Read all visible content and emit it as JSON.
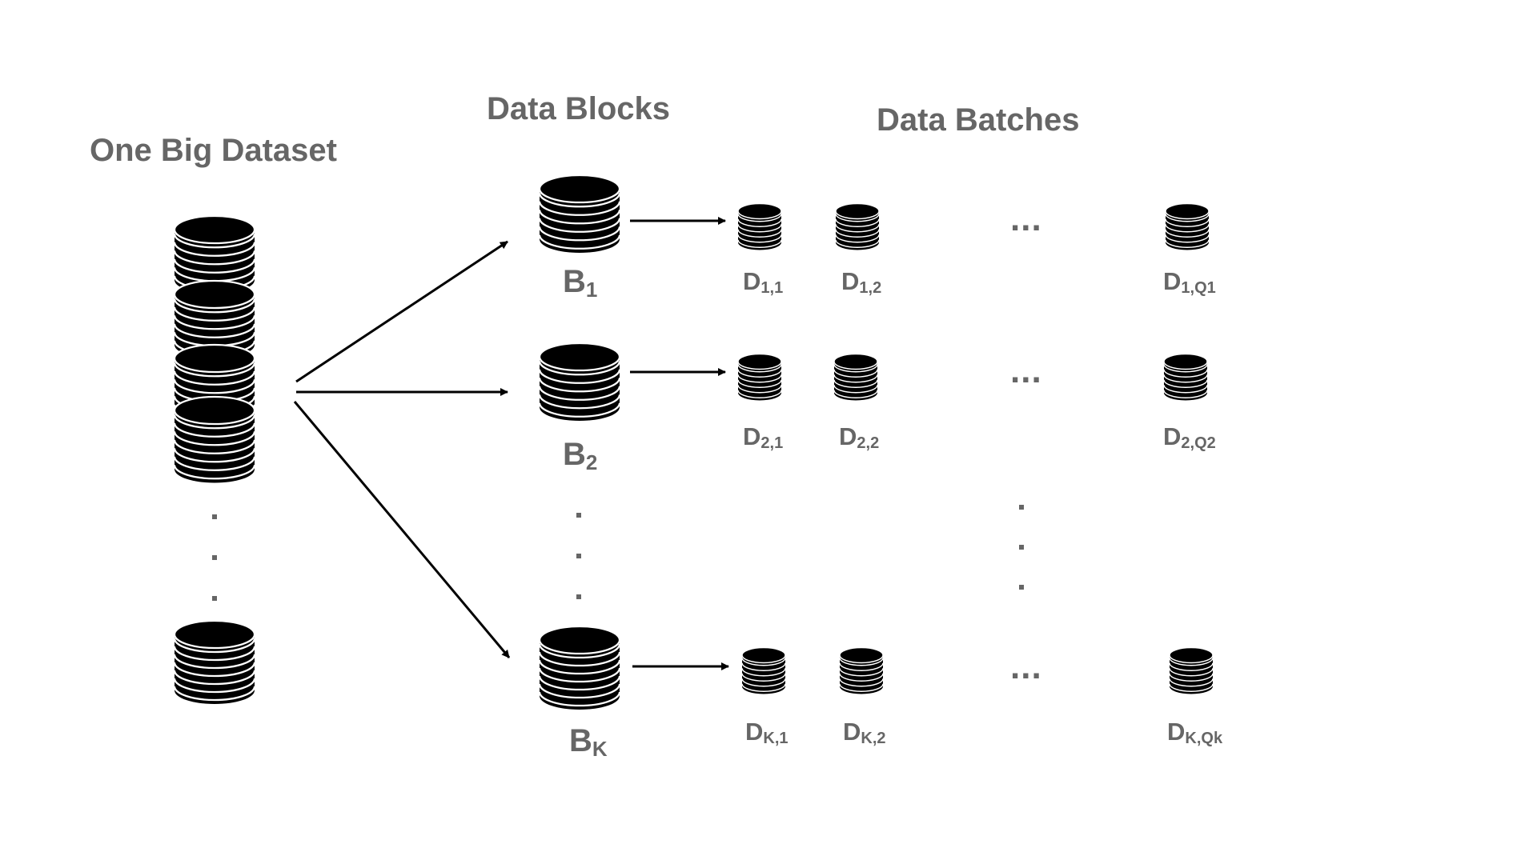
{
  "headings": {
    "dataset": "One Big Dataset",
    "blocks": "Data Blocks",
    "batches": "Data Batches"
  },
  "blocks": [
    {
      "letter": "B",
      "sub": "1"
    },
    {
      "letter": "B",
      "sub": "2"
    },
    {
      "letter": "B",
      "sub": "K"
    }
  ],
  "batches": [
    [
      {
        "letter": "D",
        "sub": "1,1"
      },
      {
        "letter": "D",
        "sub": "1,2"
      },
      {
        "letter": "D",
        "sub": "1,Q1"
      }
    ],
    [
      {
        "letter": "D",
        "sub": "2,1"
      },
      {
        "letter": "D",
        "sub": "2,2"
      },
      {
        "letter": "D",
        "sub": "2,Q2"
      }
    ],
    [
      {
        "letter": "D",
        "sub": "K,1"
      },
      {
        "letter": "D",
        "sub": "K,2"
      },
      {
        "letter": "D",
        "sub": "K,Qk"
      }
    ]
  ],
  "ellipsis_h": "...",
  "colors": {
    "label": "#666666",
    "icon": "#000000",
    "arrow": "#000000",
    "background": "#ffffff"
  },
  "icons": {
    "dataset": "database-stack-icon",
    "block": "database-icon",
    "batch": "database-icon"
  }
}
